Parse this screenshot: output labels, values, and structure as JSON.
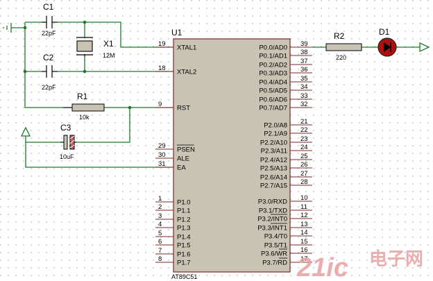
{
  "schematic": {
    "chip": {
      "ref": "U1",
      "part": "AT89C51",
      "left_pins": [
        {
          "num": "19",
          "name": "XTAL1"
        },
        {
          "num": "18",
          "name": "XTAL2"
        },
        {
          "num": "9",
          "name": "RST"
        },
        {
          "num": "29",
          "name": "PSEN"
        },
        {
          "num": "30",
          "name": "ALE"
        },
        {
          "num": "31",
          "name": "EA"
        },
        {
          "num": "1",
          "name": "P1.0"
        },
        {
          "num": "2",
          "name": "P1.1"
        },
        {
          "num": "3",
          "name": "P1.2"
        },
        {
          "num": "4",
          "name": "P1.3"
        },
        {
          "num": "5",
          "name": "P1.4"
        },
        {
          "num": "6",
          "name": "P1.5"
        },
        {
          "num": "7",
          "name": "P1.6"
        },
        {
          "num": "8",
          "name": "P1.7"
        }
      ],
      "right_pins": [
        {
          "num": "39",
          "name": "P0.0/AD0"
        },
        {
          "num": "38",
          "name": "P0.1/AD1"
        },
        {
          "num": "37",
          "name": "P0.2/AD2"
        },
        {
          "num": "36",
          "name": "P0.3/AD3"
        },
        {
          "num": "35",
          "name": "P0.4/AD4"
        },
        {
          "num": "34",
          "name": "P0.5/AD5"
        },
        {
          "num": "33",
          "name": "P0.6/AD6"
        },
        {
          "num": "32",
          "name": "P0.7/AD7"
        },
        {
          "num": "21",
          "name": "P2.0/A8"
        },
        {
          "num": "22",
          "name": "P2.1/A9"
        },
        {
          "num": "23",
          "name": "P2.2/A10"
        },
        {
          "num": "24",
          "name": "P2.3/A11"
        },
        {
          "num": "25",
          "name": "P2.4/A12"
        },
        {
          "num": "26",
          "name": "P2.5/A13"
        },
        {
          "num": "27",
          "name": "P2.6/A14"
        },
        {
          "num": "28",
          "name": "P2.7/A15"
        },
        {
          "num": "10",
          "name": "P3.0/RXD"
        },
        {
          "num": "11",
          "name": "P3.1/TXD"
        },
        {
          "num": "12",
          "name": "P3.2/INT0"
        },
        {
          "num": "13",
          "name": "P3.3/INT1"
        },
        {
          "num": "14",
          "name": "P3.4/T0"
        },
        {
          "num": "15",
          "name": "P3.5/T1"
        },
        {
          "num": "16",
          "name": "P3.6/WR"
        },
        {
          "num": "17",
          "name": "P3.7/RD"
        }
      ]
    },
    "components": {
      "c1": {
        "ref": "C1",
        "value": "22pF"
      },
      "c2": {
        "ref": "C2",
        "value": "22pF"
      },
      "c3": {
        "ref": "C3",
        "value": "10uF"
      },
      "x1": {
        "ref": "X1",
        "value": "12M"
      },
      "r1": {
        "ref": "R1",
        "value": "10k"
      },
      "r2": {
        "ref": "R2",
        "value": "220"
      },
      "d1": {
        "ref": "D1"
      }
    },
    "watermark": {
      "brand": "21ic",
      "cn": "电子网"
    },
    "colors": {
      "wire": "#1b7a2a",
      "chip_fill": "#c8c3b3",
      "chip_border": "#7a2a2a",
      "led": "#b01010",
      "watermark": "#e8a0a0"
    }
  }
}
